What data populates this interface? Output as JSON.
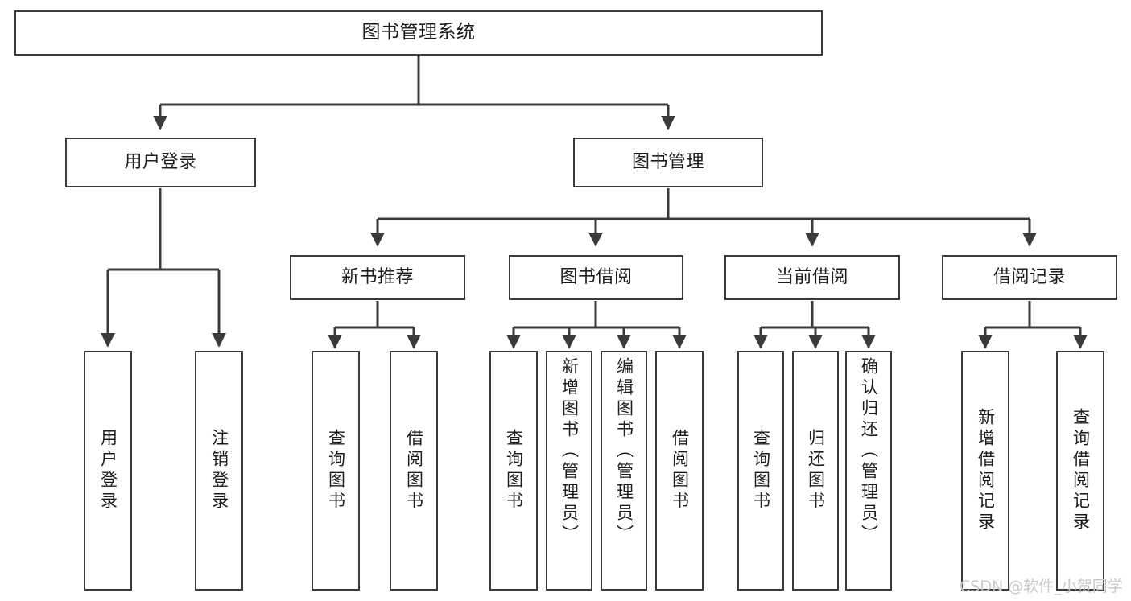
{
  "diagram": {
    "title": "图书管理系统",
    "type": "tree-hierarchy",
    "watermark": "CSDN @软件_小贺同学",
    "colors": {
      "stroke": "#3a3a3a",
      "fill": "#ffffff",
      "text": "#1d1d1d",
      "watermark": "#c9c9c9"
    },
    "nodes": {
      "root": {
        "label": "图书管理系统"
      },
      "level2": [
        {
          "id": "user-login",
          "label": "用户登录"
        },
        {
          "id": "book-management",
          "label": "图书管理"
        }
      ],
      "level3": [
        {
          "id": "new-book-recommend",
          "label": "新书推荐"
        },
        {
          "id": "book-borrow",
          "label": "图书借阅"
        },
        {
          "id": "current-borrow",
          "label": "当前借阅"
        },
        {
          "id": "borrow-record",
          "label": "借阅记录"
        }
      ],
      "leaves": {
        "user_login": [
          {
            "id": "leaf-user-login",
            "label": "用户登录"
          },
          {
            "id": "leaf-logout-login",
            "label": "注销登录"
          }
        ],
        "new_book_recommend": [
          {
            "id": "leaf-query-book-1",
            "label": "查询图书"
          },
          {
            "id": "leaf-borrow-book-1",
            "label": "借阅图书"
          }
        ],
        "book_borrow": [
          {
            "id": "leaf-query-book-2",
            "label": "查询图书"
          },
          {
            "id": "leaf-add-book",
            "label": "新增图书（管理员）"
          },
          {
            "id": "leaf-edit-book",
            "label": "编辑图书（管理员）"
          },
          {
            "id": "leaf-borrow-book-2",
            "label": "借阅图书"
          }
        ],
        "current_borrow": [
          {
            "id": "leaf-query-book-3",
            "label": "查询图书"
          },
          {
            "id": "leaf-return-book",
            "label": "归还图书"
          },
          {
            "id": "leaf-confirm-return",
            "label": "确认归还（管理员）"
          }
        ],
        "borrow_record": [
          {
            "id": "leaf-add-record",
            "label": "新增借阅记录"
          },
          {
            "id": "leaf-query-record",
            "label": "查询借阅记录"
          }
        ]
      }
    }
  }
}
